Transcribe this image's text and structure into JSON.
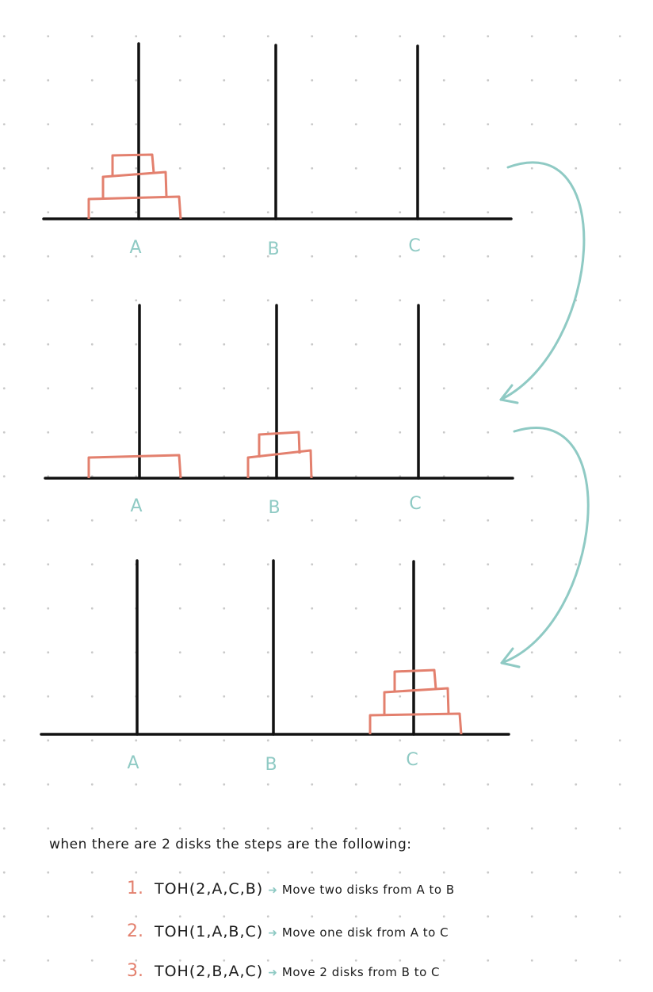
{
  "diagram": {
    "stages": [
      {
        "peg_labels": [
          "A",
          "B",
          "C"
        ],
        "disks_on": [
          "A",
          "A",
          "A"
        ]
      },
      {
        "peg_labels": [
          "A",
          "B",
          "C"
        ],
        "disks_on": [
          "A",
          "B",
          "B"
        ]
      },
      {
        "peg_labels": [
          "A",
          "B",
          "C"
        ],
        "disks_on": [
          "C",
          "C",
          "C"
        ]
      }
    ],
    "colors": {
      "ink": "#111111",
      "disk": "#e3806e",
      "label": "#8fcac4",
      "arrow": "#8fcac4",
      "dot_grid": "#c9c9c9"
    }
  },
  "notes": {
    "intro": "when there are 2 disks the steps are the following:",
    "steps": [
      {
        "number": "1.",
        "call": "TOH(2,A,C,B)",
        "description": "Move two disks from A to B"
      },
      {
        "number": "2.",
        "call": "TOH(1,A,B,C)",
        "description": "Move one disk from A to C"
      },
      {
        "number": "3.",
        "call": "TOH(2,B,A,C)",
        "description": "Move 2 disks from B to C"
      }
    ]
  }
}
